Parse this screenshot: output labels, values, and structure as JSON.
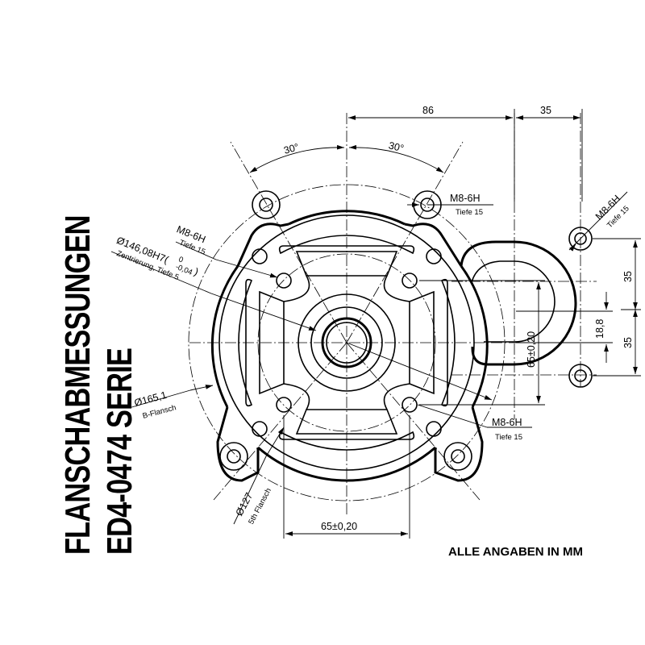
{
  "title": {
    "line1": "FLANSCHABMESSUNGEN",
    "line2": "ED4-0474 SERIE"
  },
  "units_note": "ALLE ANGABEN IN MM",
  "dimensions": {
    "top_width": "86",
    "top_right_width": "35",
    "angle_left": "30°",
    "angle_right": "30°",
    "thread_top": "M8-6H",
    "thread_top_depth": "Tiefe 15",
    "thread_left": "M8-6H",
    "thread_left_depth": "Tiefe 15",
    "thread_right": "M8-6H",
    "thread_right_depth": "Tiefe 15",
    "thread_bottom": "M8-6H",
    "thread_bottom_depth": "Tiefe 15",
    "centering_main": "Ø146,08H7(",
    "centering_tol_top": "0",
    "centering_tol_bottom": "-0,04",
    "centering_close": ")",
    "centering_note": "Zentrierung, Tiefe 5",
    "b_flange": "Ø165,1",
    "b_flange_note": "B-Flansch",
    "fifth_flange": "Ø127",
    "fifth_flange_note": "5th Flansch",
    "bottom_width": "65±0,20",
    "vertical_right": "65±0,20",
    "vertical_small": "18,8",
    "right_35_top": "35",
    "right_35_bottom": "35"
  }
}
